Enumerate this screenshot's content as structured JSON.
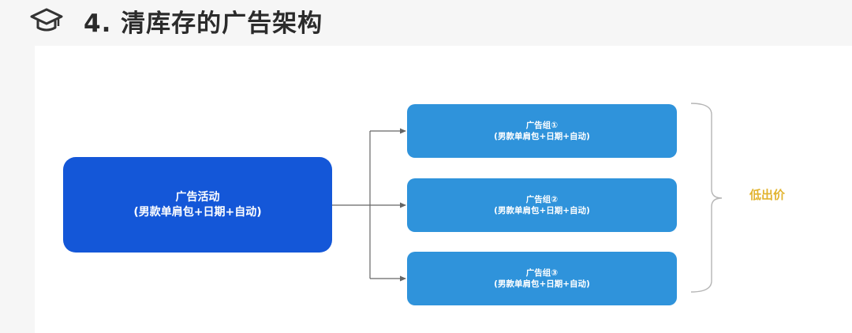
{
  "header": {
    "icon": "graduation-cap-icon",
    "title": "4.  清库存的广告架构"
  },
  "diagram": {
    "campaign": {
      "title": "广告活动",
      "subtitle": "(男款单肩包+日期+自动)"
    },
    "ad_groups": [
      {
        "title": "广告组①",
        "subtitle": "(男款单肩包+日期+自动)"
      },
      {
        "title": "广告组②",
        "subtitle": "(男款单肩包+日期+自动)"
      },
      {
        "title": "广告组③",
        "subtitle": "(男款单肩包+日期+自动)"
      }
    ],
    "bid_label": "低出价"
  },
  "colors": {
    "campaign_fill": "#1457d8",
    "ad_group_fill": "#2f93db",
    "bid_label": "#e2b430",
    "connector": "#666666",
    "bracket": "#b5b5b5"
  }
}
